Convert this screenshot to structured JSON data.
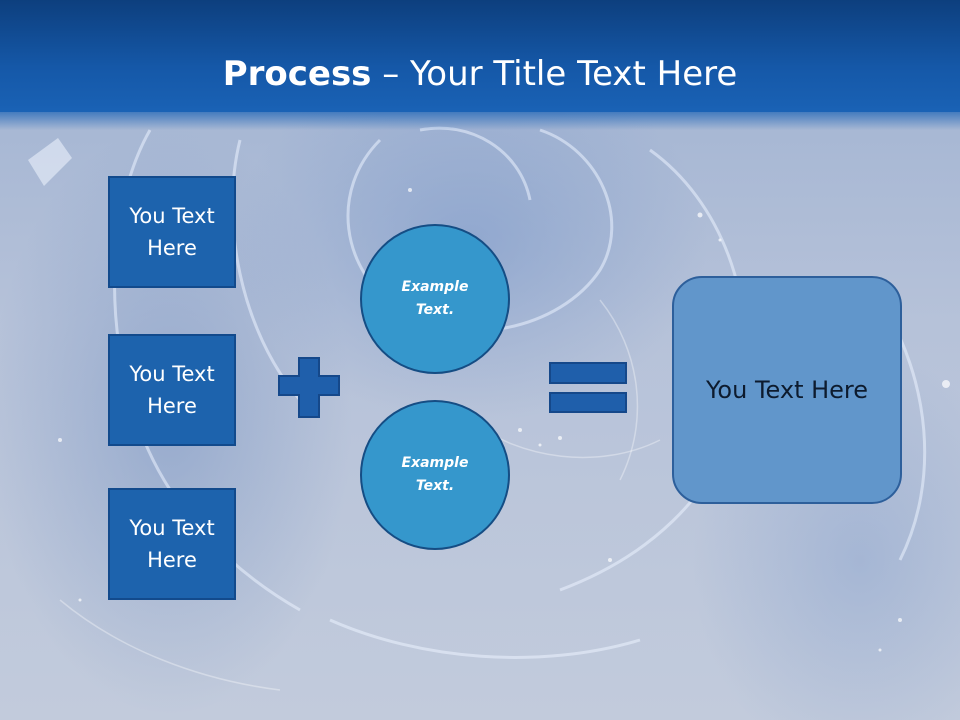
{
  "title": {
    "bold": "Process",
    "rest": " – Your Title Text Here"
  },
  "left_boxes": [
    {
      "label": "You Text Here"
    },
    {
      "label": "You Text Here"
    },
    {
      "label": "You Text Here"
    }
  ],
  "plus_icon": "plus-icon",
  "circles": [
    {
      "label": "Example Text."
    },
    {
      "label": "Example Text."
    }
  ],
  "equals_icon": "equals-icon",
  "result": {
    "label": "You Text Here"
  },
  "colors": {
    "header": "#1558a8",
    "box_fill": "#1d63ad",
    "circle_fill": "#3597cc",
    "result_fill": "#6196cb"
  }
}
